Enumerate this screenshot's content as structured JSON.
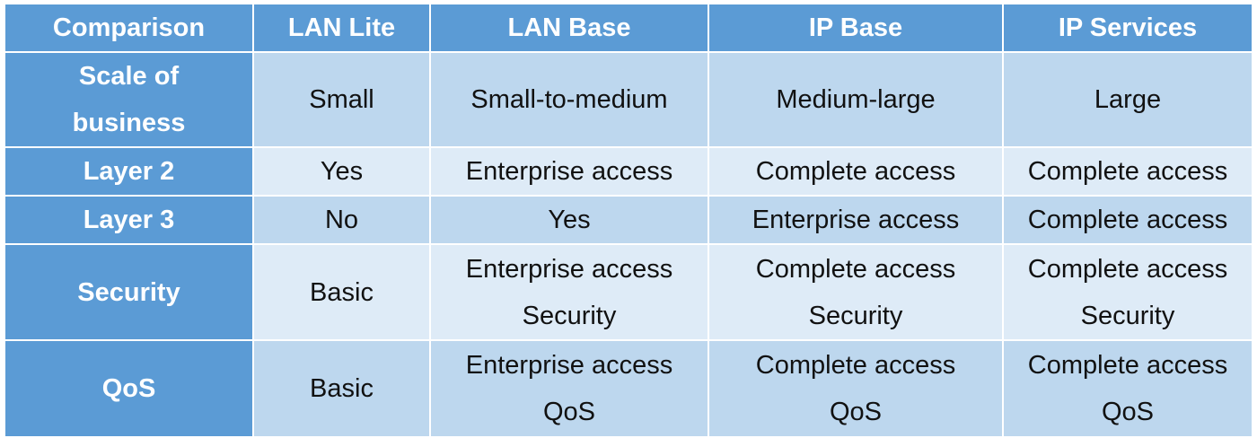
{
  "table": {
    "headers": [
      "Comparison",
      "LAN Lite",
      "LAN Base",
      "IP Base",
      "IP Services"
    ],
    "rows": [
      {
        "label": [
          "Scale of",
          "business"
        ],
        "cells": [
          [
            "Small"
          ],
          [
            "Small-to-medium"
          ],
          [
            "Medium-large"
          ],
          [
            "Large"
          ]
        ]
      },
      {
        "label": [
          "Layer 2"
        ],
        "cells": [
          [
            "Yes"
          ],
          [
            "Enterprise access"
          ],
          [
            "Complete access"
          ],
          [
            "Complete access"
          ]
        ]
      },
      {
        "label": [
          "Layer 3"
        ],
        "cells": [
          [
            "No"
          ],
          [
            "Yes"
          ],
          [
            "Enterprise access"
          ],
          [
            "Complete access"
          ]
        ]
      },
      {
        "label": [
          "Security"
        ],
        "cells": [
          [
            "Basic"
          ],
          [
            "Enterprise access",
            "Security"
          ],
          [
            "Complete access",
            "Security"
          ],
          [
            "Complete access",
            "Security"
          ]
        ]
      },
      {
        "label": [
          "QoS"
        ],
        "cells": [
          [
            "Basic"
          ],
          [
            "Enterprise access",
            "QoS"
          ],
          [
            "Complete access",
            "QoS"
          ],
          [
            "Complete access",
            "QoS"
          ]
        ]
      }
    ]
  },
  "colors": {
    "header": "#5b9bd5",
    "band_dark": "#bdd7ee",
    "band_light": "#deebf7"
  }
}
